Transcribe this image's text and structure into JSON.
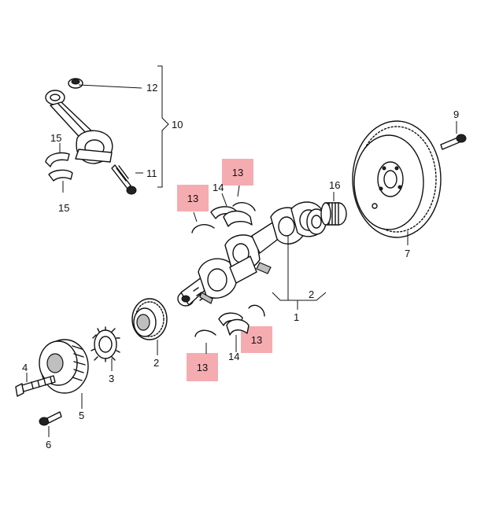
{
  "highlight_color": "#f4a3a8",
  "labels": {
    "l1": "1",
    "l2a": "2",
    "l2b": "2",
    "l3": "3",
    "l4": "4",
    "l5": "5",
    "l6": "6",
    "l7": "7",
    "l9": "9",
    "l10": "10",
    "l11": "11",
    "l12": "12",
    "l14a": "14",
    "l14b": "14",
    "l15a": "15",
    "l15b": "15",
    "l16": "16",
    "h13a": "13",
    "h13b": "13",
    "h13c": "13",
    "h13d": "13"
  }
}
